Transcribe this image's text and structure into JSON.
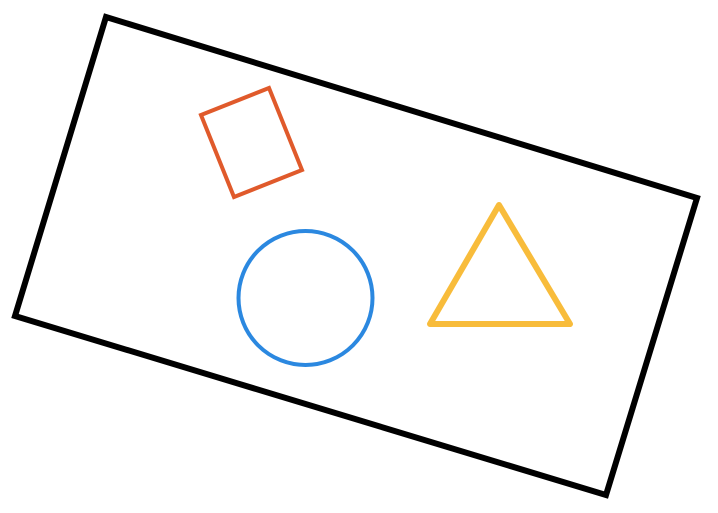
{
  "shapes": {
    "frame": {
      "kind": "rotated-rectangle",
      "color": "#000000"
    },
    "square": {
      "kind": "rotated-square",
      "color": "#e05a2b"
    },
    "circle": {
      "kind": "circle",
      "color": "#2b88e0"
    },
    "triangle": {
      "kind": "triangle",
      "color": "#f8bc3b"
    }
  }
}
